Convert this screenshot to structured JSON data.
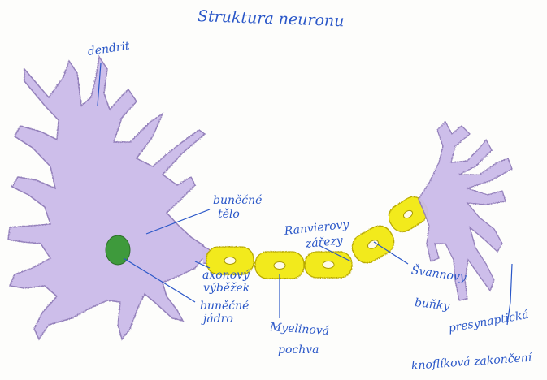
{
  "title": "Struktura neuronu",
  "labels": {
    "dendrit": "dendrit",
    "bunecne_telo_1": "buněčné",
    "bunecne_telo_2": "tělo",
    "axonovy_1": "axonový",
    "axonovy_2": "výběžek",
    "jadro_1": "buněčné",
    "jadro_2": "jádro",
    "myelin_1": "Myelinová",
    "myelin_2": "pochva",
    "ranvier_1": "Ranvierovy",
    "ranvier_2": "zářezy",
    "schwann_1": "Švannovy",
    "schwann_2": "buňky",
    "synapse_1": "presynaptická",
    "synapse_2": "knoflíková zakončení"
  },
  "colors": {
    "ink": "#2a57c8",
    "cell_body": "#c9b8e8",
    "cell_outline": "#8f7bb8",
    "nucleus": "#3e9a3c",
    "myelin": "#f2ea1c",
    "myelin_outline": "#b8a900"
  }
}
